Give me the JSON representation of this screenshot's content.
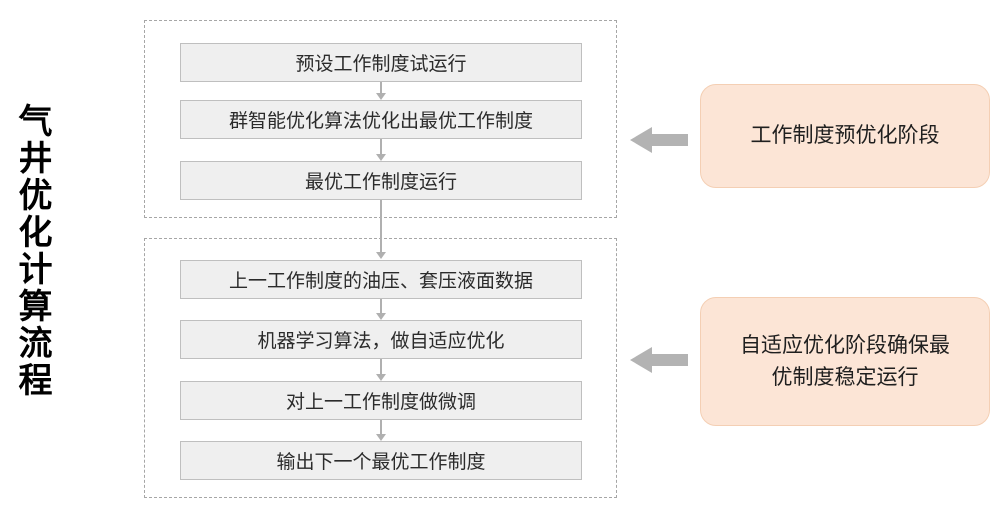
{
  "title": "气井优化计算流程",
  "stage1": {
    "steps": [
      "预设工作制度试运行",
      "群智能优化算法优化出最优工作制度",
      "最优工作制度运行"
    ],
    "callout": "工作制度预优化阶段"
  },
  "stage2": {
    "steps": [
      "上一工作制度的油压、套压液面数据",
      "机器学习算法，做自适应优化",
      "对上一工作制度做微调",
      "输出下一个最优工作制度"
    ],
    "callout": "自适应优化阶段确保最优制度稳定运行"
  },
  "colors": {
    "step_box_fill": "#efefef",
    "step_box_border": "#bfbfbf",
    "container_border": "#a6a6a6",
    "callout_fill": "#fce5d6",
    "callout_border": "#f4cfb4",
    "arrow": "#b3b3b3",
    "text": "#2b2b2b"
  }
}
